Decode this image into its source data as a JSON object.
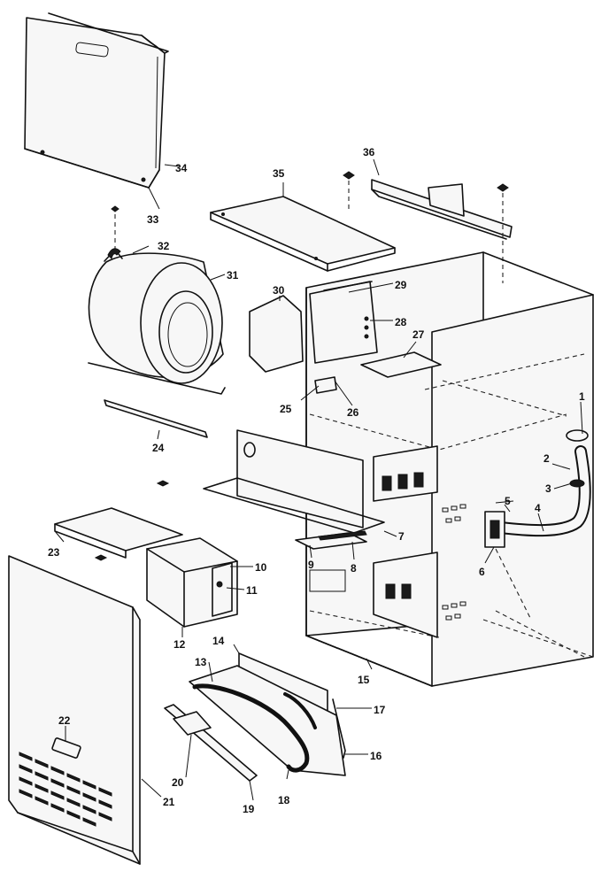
{
  "callouts": [
    {
      "id": "p1",
      "label": "1"
    },
    {
      "id": "p2",
      "label": "2"
    },
    {
      "id": "p3",
      "label": "3"
    },
    {
      "id": "p4",
      "label": "4"
    },
    {
      "id": "p5",
      "label": "5"
    },
    {
      "id": "p6",
      "label": "6"
    },
    {
      "id": "p7",
      "label": "7"
    },
    {
      "id": "p8",
      "label": "8"
    },
    {
      "id": "p9",
      "label": "9"
    },
    {
      "id": "p10",
      "label": "10"
    },
    {
      "id": "p11",
      "label": "11"
    },
    {
      "id": "p12",
      "label": "12"
    },
    {
      "id": "p13",
      "label": "13"
    },
    {
      "id": "p14",
      "label": "14"
    },
    {
      "id": "p15",
      "label": "15"
    },
    {
      "id": "p16",
      "label": "16"
    },
    {
      "id": "p17",
      "label": "17"
    },
    {
      "id": "p18",
      "label": "18"
    },
    {
      "id": "p19",
      "label": "19"
    },
    {
      "id": "p20",
      "label": "20"
    },
    {
      "id": "p21",
      "label": "21"
    },
    {
      "id": "p22",
      "label": "22"
    },
    {
      "id": "p23",
      "label": "23"
    },
    {
      "id": "p24",
      "label": "24"
    },
    {
      "id": "p25",
      "label": "25"
    },
    {
      "id": "p26",
      "label": "26"
    },
    {
      "id": "p27",
      "label": "27"
    },
    {
      "id": "p28",
      "label": "28"
    },
    {
      "id": "p29",
      "label": "29"
    },
    {
      "id": "p30",
      "label": "30"
    },
    {
      "id": "p31",
      "label": "31"
    },
    {
      "id": "p32",
      "label": "32"
    },
    {
      "id": "p33",
      "label": "33"
    },
    {
      "id": "p34",
      "label": "34"
    },
    {
      "id": "p35",
      "label": "35"
    },
    {
      "id": "p36",
      "label": "36"
    }
  ]
}
